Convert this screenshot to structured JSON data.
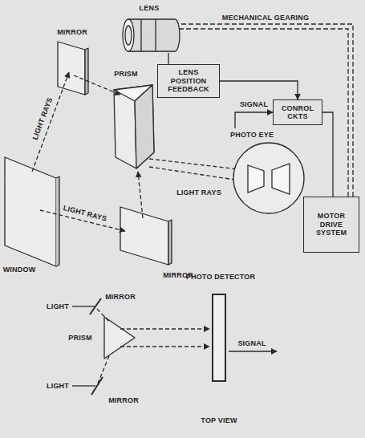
{
  "diagram": {
    "nodes": [
      {
        "text": [
          "LENS"
        ]
      },
      {
        "text": [
          "LENS POSITION FEEDBACK"
        ]
      },
      {
        "text": [
          "CONROL CKTS"
        ]
      },
      {
        "text": [
          "PHOTO EYE"
        ]
      },
      {
        "text": [
          "MOTOR DRIVE SYSTEM"
        ]
      },
      {
        "text": [
          "PHOTO DETECTOR"
        ]
      }
    ],
    "edges": [
      {
        "from": 0,
        "to": 1,
        "arrow": "none"
      },
      {
        "from": 1,
        "to": 2,
        "arrow": "to"
      },
      {
        "from": 3,
        "to": 2,
        "label": "SIGNAL",
        "arrow": "to"
      },
      {
        "from": 2,
        "to": 4,
        "arrow": "none"
      },
      {
        "from": 4,
        "to": 0,
        "label": "MECHANICAL GEARING",
        "arrow": "none"
      }
    ],
    "labels": [
      "MIRROR",
      "PRISM",
      "LIGHT RAYS",
      "LIGHT RAYS",
      "LIGHT RAYS",
      "WINDOW",
      "MIRROR",
      "LIGHT",
      "MIRROR",
      "PRISM",
      "SIGNAL",
      "LIGHT",
      "MIRROR",
      "TOP VIEW"
    ]
  }
}
